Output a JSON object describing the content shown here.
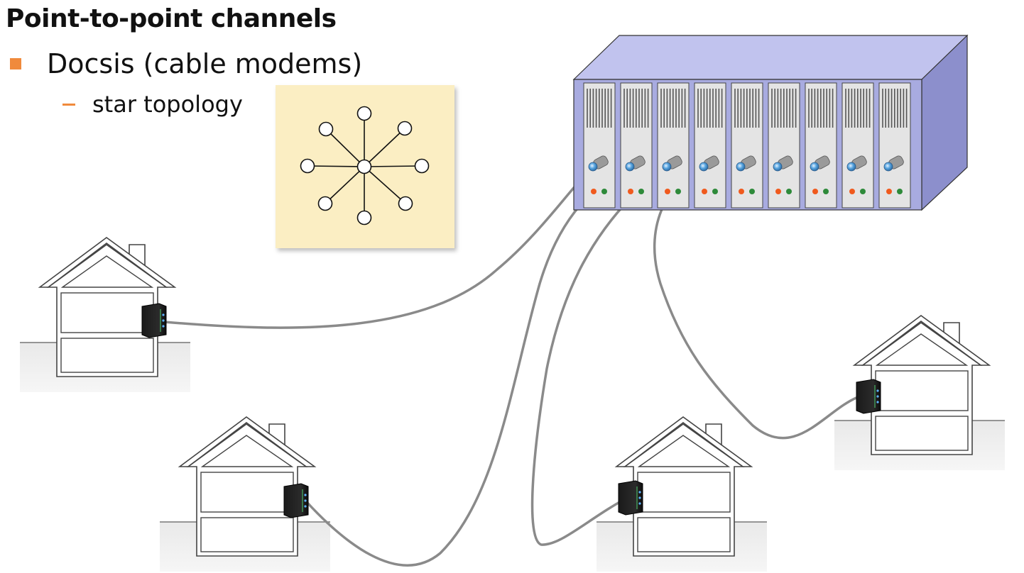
{
  "slide": {
    "title": "Point-to-point channels",
    "bullet": "Docsis (cable modems)",
    "sub_bullet": "star topology"
  },
  "colors": {
    "accent": "#f08a3c",
    "rack_front": "#a8abe0",
    "rack_top": "#c1c3ee",
    "rack_side": "#8c8fcc",
    "inset_bg": "#fbeec3",
    "cable": "#8a8a8a"
  },
  "icons": {
    "rack": "cable-headend-rack-icon",
    "house": "house-icon",
    "modem": "cable-modem-icon",
    "star": "star-topology-icon"
  }
}
